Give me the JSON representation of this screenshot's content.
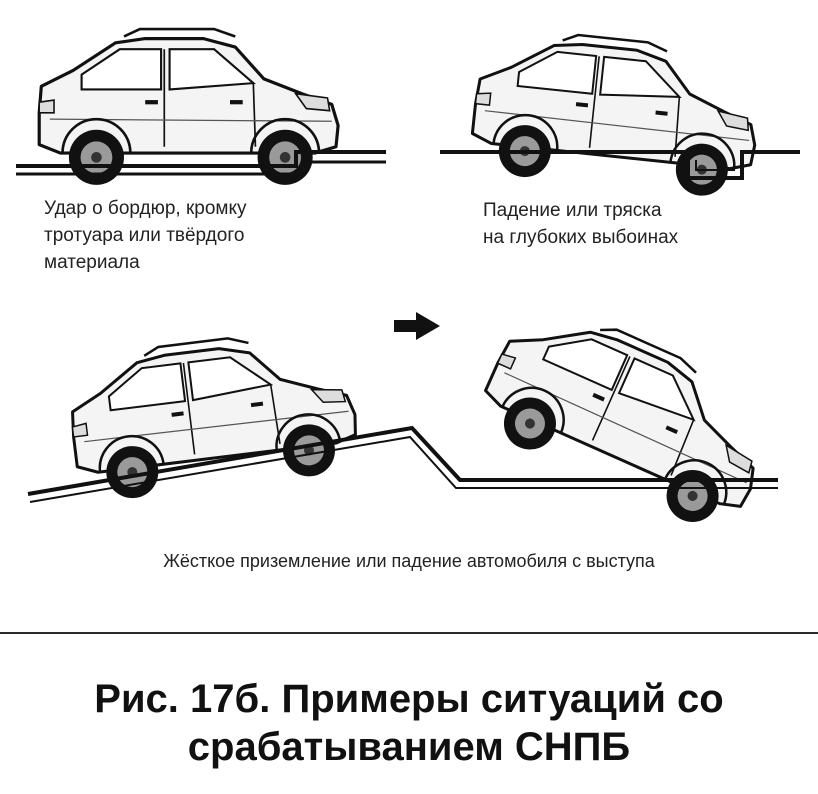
{
  "captions": {
    "curb_strike": [
      "Удар о бордюр, кромку",
      "тротуара или твёрдого",
      "материала"
    ],
    "pothole": [
      "Падение или тряска",
      "на глубоких выбоинах"
    ],
    "hard_landing": "Жёсткое приземление или падение автомобиля с выступа"
  },
  "figure_title": {
    "line1": "Рис. 17б. Примеры ситуаций со",
    "line2": "срабатыванием СНПБ"
  },
  "icons": [
    "car-icon",
    "arrow-right-icon"
  ],
  "colors": {
    "ink": "#111111",
    "background": "#ffffff"
  }
}
